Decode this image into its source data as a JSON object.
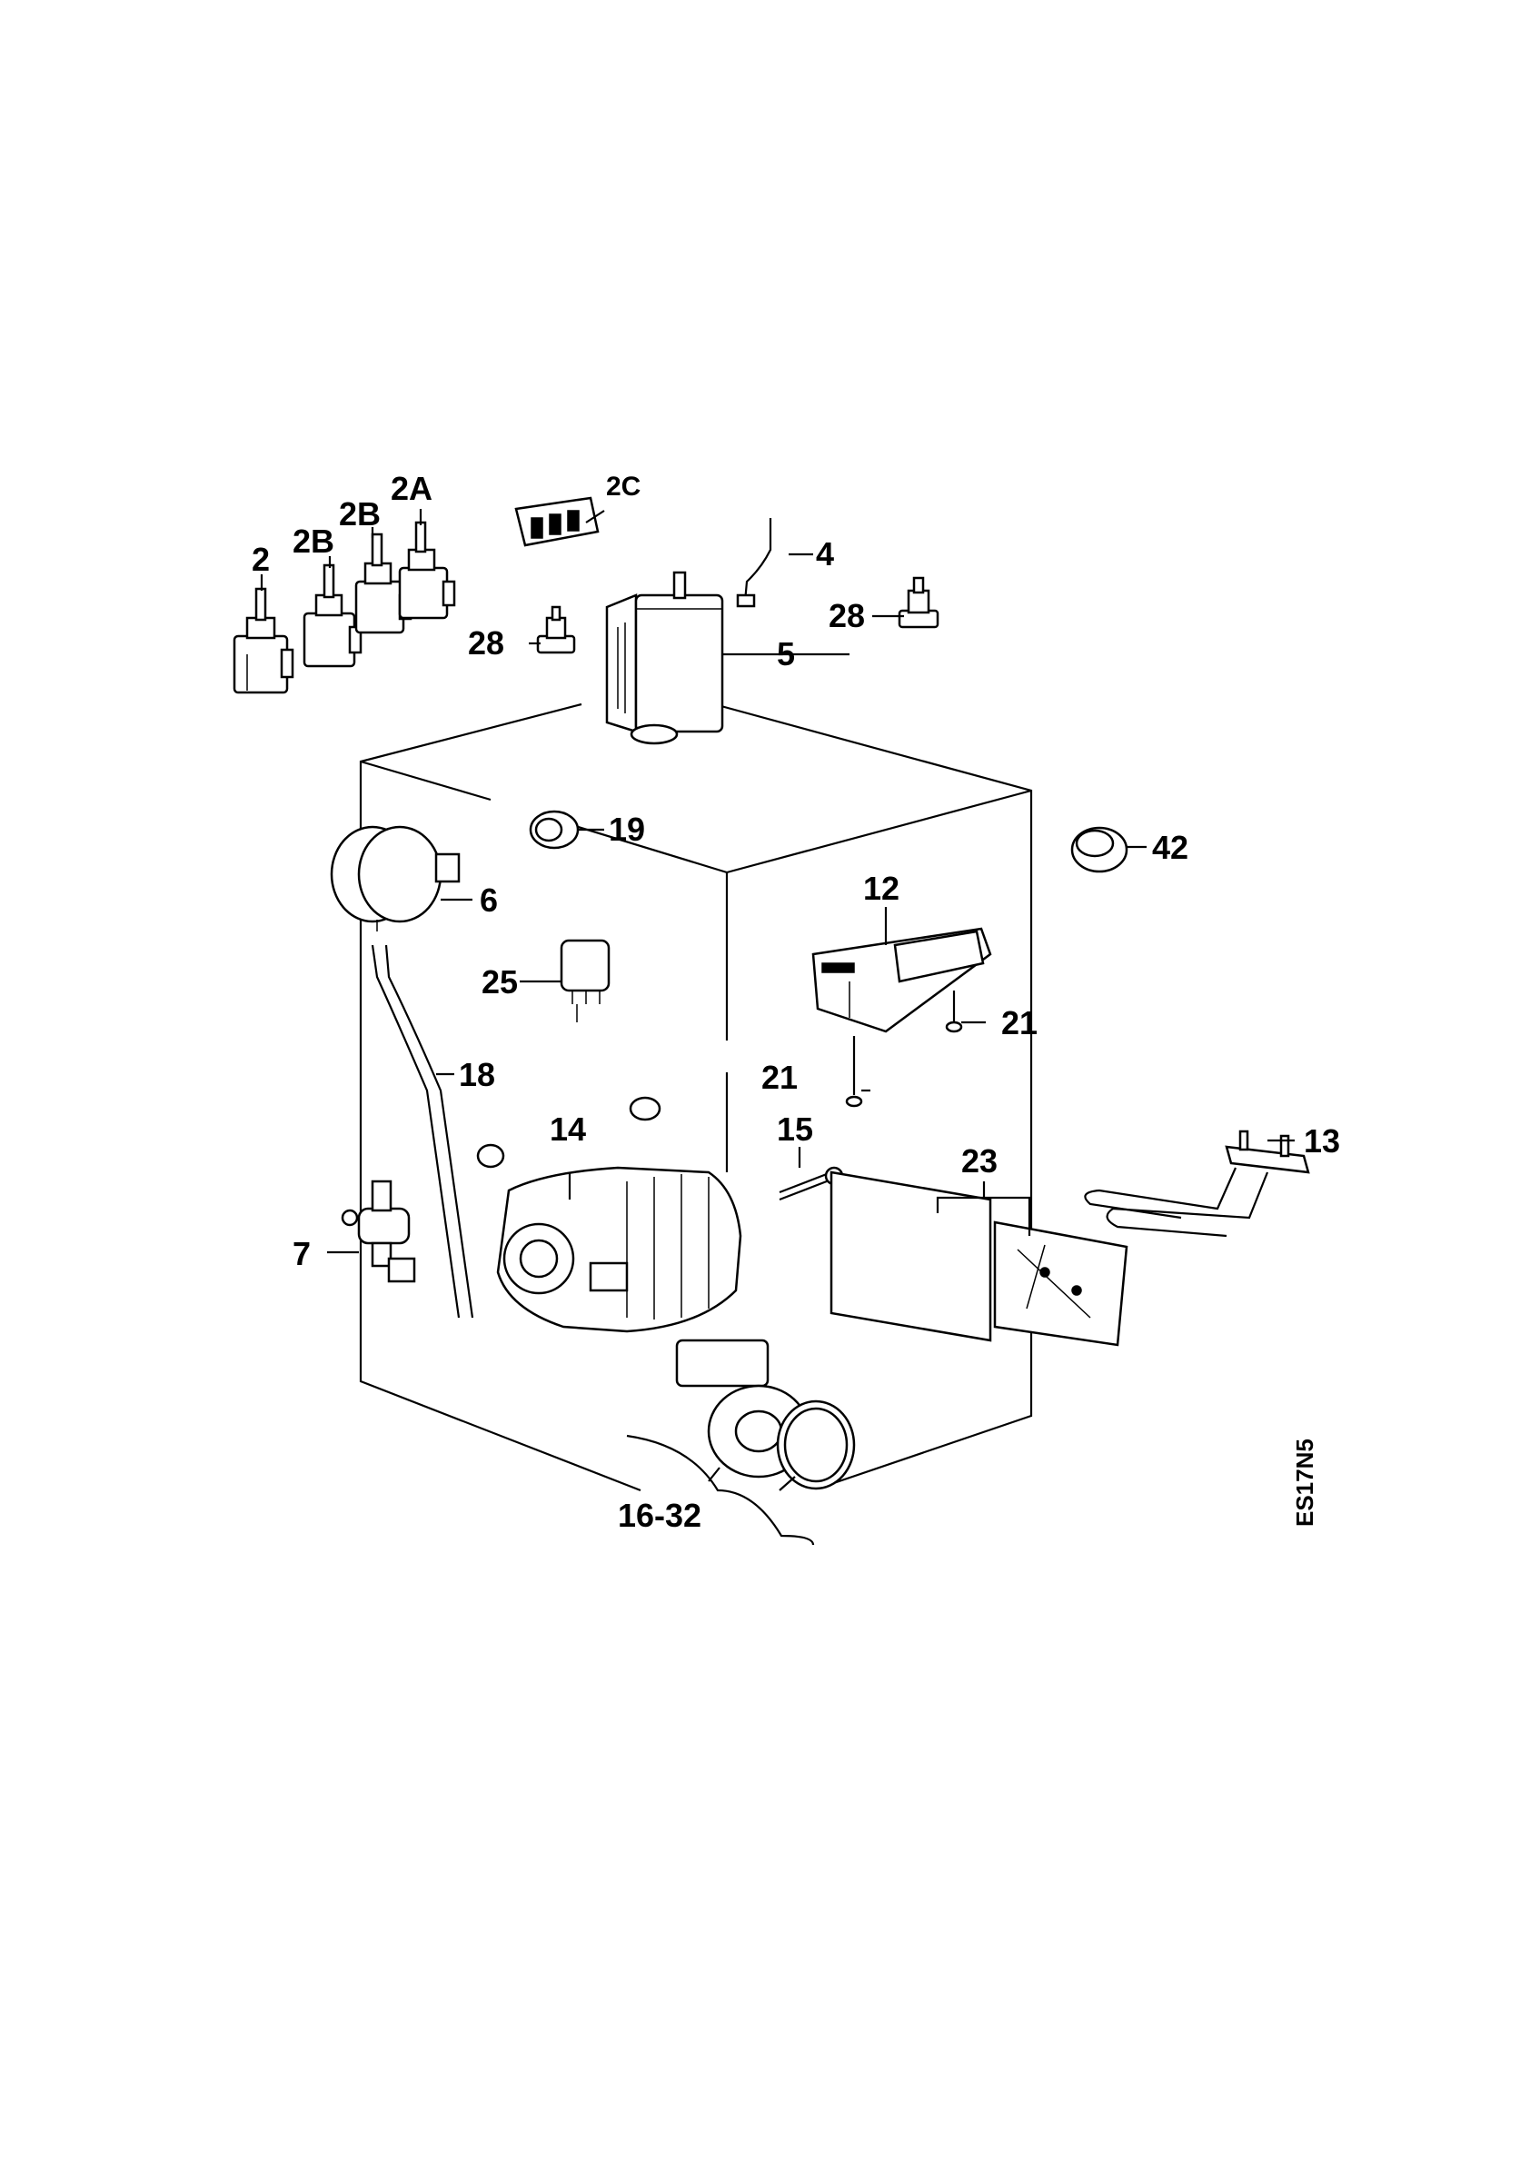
{
  "drawing_code": "ES17N5",
  "labels": {
    "p2": "2",
    "p2b_left": "2B",
    "p2b_right": "2B",
    "p2a": "2A",
    "p2c": "2C",
    "p4": "4",
    "p28_left": "28",
    "p28_right": "28",
    "p5": "5",
    "p19": "19",
    "p42": "42",
    "p6": "6",
    "p12": "12",
    "p25": "25",
    "p21_upper": "21",
    "p21_lower": "21",
    "p18": "18",
    "p13": "13",
    "p14": "14",
    "p15": "15",
    "p23": "23",
    "p7": "7",
    "p16_32": "16-32"
  }
}
